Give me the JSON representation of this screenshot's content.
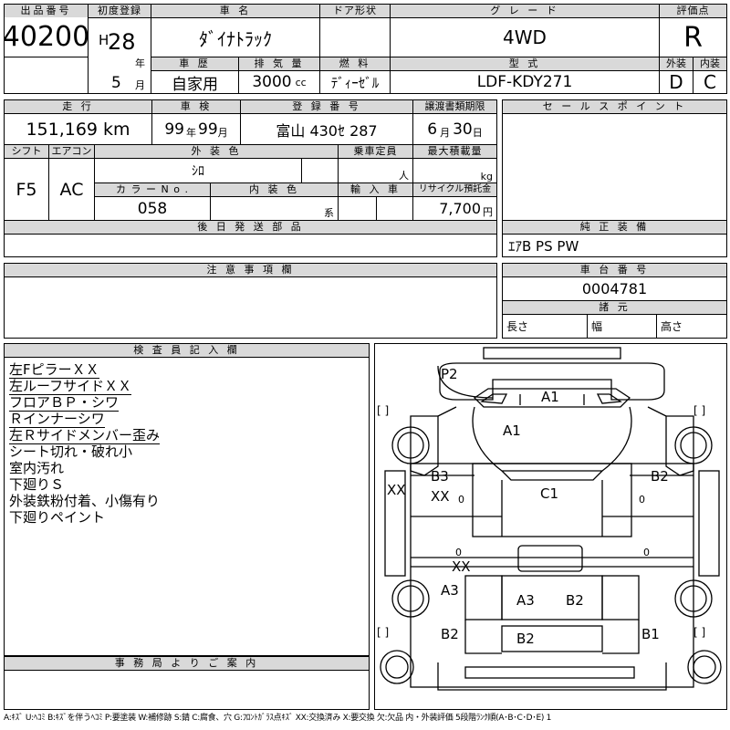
{
  "header": {
    "lot_label": "出品番号",
    "lot_value": "40200",
    "first_reg_label": "初度登録",
    "era": "H",
    "year_value": "28",
    "year_unit": "年",
    "month_value": "5",
    "month_unit": "月",
    "car_name_label": "車 名",
    "car_name": "ﾀﾞｲﾅﾄﾗｯｸ",
    "door_label": "ドア形状",
    "door_value": "",
    "grade_label": "グ レ ー ド",
    "grade_value": "4WD",
    "score_label": "評価点",
    "score_value": "R",
    "history_label": "車 歴",
    "history_value": "自家用",
    "displacement_label": "排 気 量",
    "displacement_value": "3000",
    "displacement_unit": "cc",
    "fuel_label": "燃 料",
    "fuel_value": "ﾃﾞｨｰｾﾞﾙ",
    "model_label": "型 式",
    "model_value": "LDF-KDY271",
    "exterior_label": "外装",
    "exterior_value": "D",
    "interior_label": "内装",
    "interior_value": "C"
  },
  "details": {
    "mileage_label": "走 行",
    "mileage_value": "151,169",
    "mileage_unit": "km",
    "inspection_label": "車 検",
    "inspection_year": "99",
    "inspection_year_unit": "年",
    "inspection_month": "99",
    "inspection_month_unit": "月",
    "plate_label": "登 録 番 号",
    "plate_value": "富山 430ｾ 287",
    "transfer_label": "譲渡書類期限",
    "transfer_month": "6",
    "transfer_month_unit": "月",
    "transfer_day": "30",
    "transfer_day_unit": "日",
    "shift_label": "シフト",
    "shift_value": "F5",
    "ac_label": "エアコン",
    "ac_value": "AC",
    "ext_color_label": "外 装 色",
    "ext_color_value": "ｼﾛ",
    "capacity_label": "乗車定員",
    "capacity_unit": "人",
    "load_label": "最大積載量",
    "load_unit": "kg",
    "color_no_label": "カ ラ ー N o .",
    "color_no_value": "058",
    "int_color_label": "内 装 色",
    "int_color_unit": "系",
    "import_label": "輸 入 車",
    "recycle_label": "リサイクル預託金",
    "recycle_value": "7,700",
    "recycle_unit": "円",
    "later_parts_label": "後 日 発 送 部 品",
    "sales_points_label": "セ ー ル ス ポ イ ン ト",
    "equipment_label": "純 正 装 備",
    "equipment_value": "ｴｱB PS PW",
    "caution_label": "注 意 事 項 欄",
    "chassis_label": "車 台 番 号",
    "chassis_value": "0004781",
    "dims_label": "諸 元",
    "length_label": "長さ",
    "width_label": "幅",
    "height_label": "高さ"
  },
  "inspector": {
    "title": "検 査 員 記 入 欄",
    "notes": [
      "左FピラーＸＸ",
      "左ルーフサイドＸＸ",
      "フロアＢＰ・シワ",
      "Ｒインナーシワ",
      "左Ｒサイドメンバー歪み",
      "シート切れ・破れ小",
      "室内汚れ",
      "下廻りＳ",
      "外装鉄粉付着、小傷有り",
      "下廻りペイント"
    ]
  },
  "office_label": "事 務 局 よ り ご 案 内",
  "diagram_marks": {
    "p2": "P2",
    "a1_top": "A1",
    "a1_cab": "A1",
    "b3": "B3",
    "xx_b3": "XX",
    "xx_left": "XX",
    "b2_right": "B2",
    "c1": "C1",
    "xx_mid": "XX",
    "a3_left": "A3",
    "a3_bed": "A3",
    "b2_bed": "B2",
    "b2_left": "B2",
    "b2_rear": "B2",
    "b1": "B1",
    "bracket": "[  ]",
    "zero": "0"
  },
  "legend": "A:ｷｽﾞ U:ﾍｺﾐ B:ｷｽﾞを伴うﾍｺﾐ P:要塗装 W:補修跡 S:錆 C:腐食、穴 G:ﾌﾛﾝﾄｶﾞﾗｽ点ｷｽﾞ XX:交換済み X:要交換 欠:欠品 内・外装評価 5段階ﾗﾝｸ順(A･B･C･D･E) 1"
}
